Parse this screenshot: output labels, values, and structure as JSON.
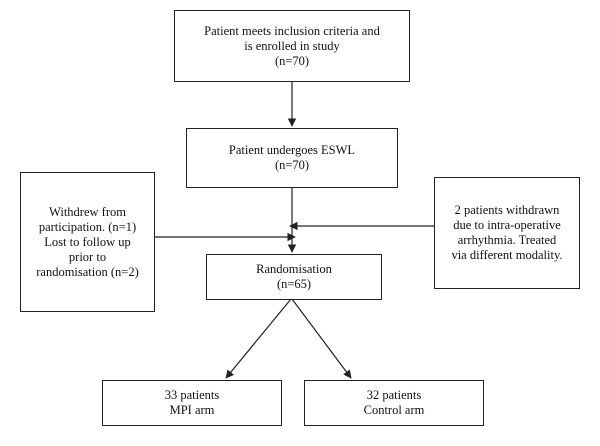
{
  "flowchart": {
    "enrolled": {
      "lines": [
        "Patient meets inclusion criteria and",
        "is enrolled in study",
        "(n=70)"
      ]
    },
    "eswl": {
      "lines": [
        "Patient undergoes ESWL",
        "(n=70)"
      ]
    },
    "withdrew_left": {
      "lines": [
        "Withdrew from",
        "participation. (n=1)",
        "Lost to follow up",
        "prior to",
        "randomisation (n=2)"
      ]
    },
    "withdrew_right": {
      "lines": [
        "2 patients withdrawn",
        "due to intra-operative",
        "arrhythmia. Treated",
        "via different modality."
      ]
    },
    "randomisation": {
      "lines": [
        "Randomisation",
        "(n=65)"
      ]
    },
    "mpi_arm": {
      "lines": [
        "33 patients",
        "MPI arm"
      ]
    },
    "control_arm": {
      "lines": [
        "32 patients",
        "Control arm"
      ]
    }
  }
}
